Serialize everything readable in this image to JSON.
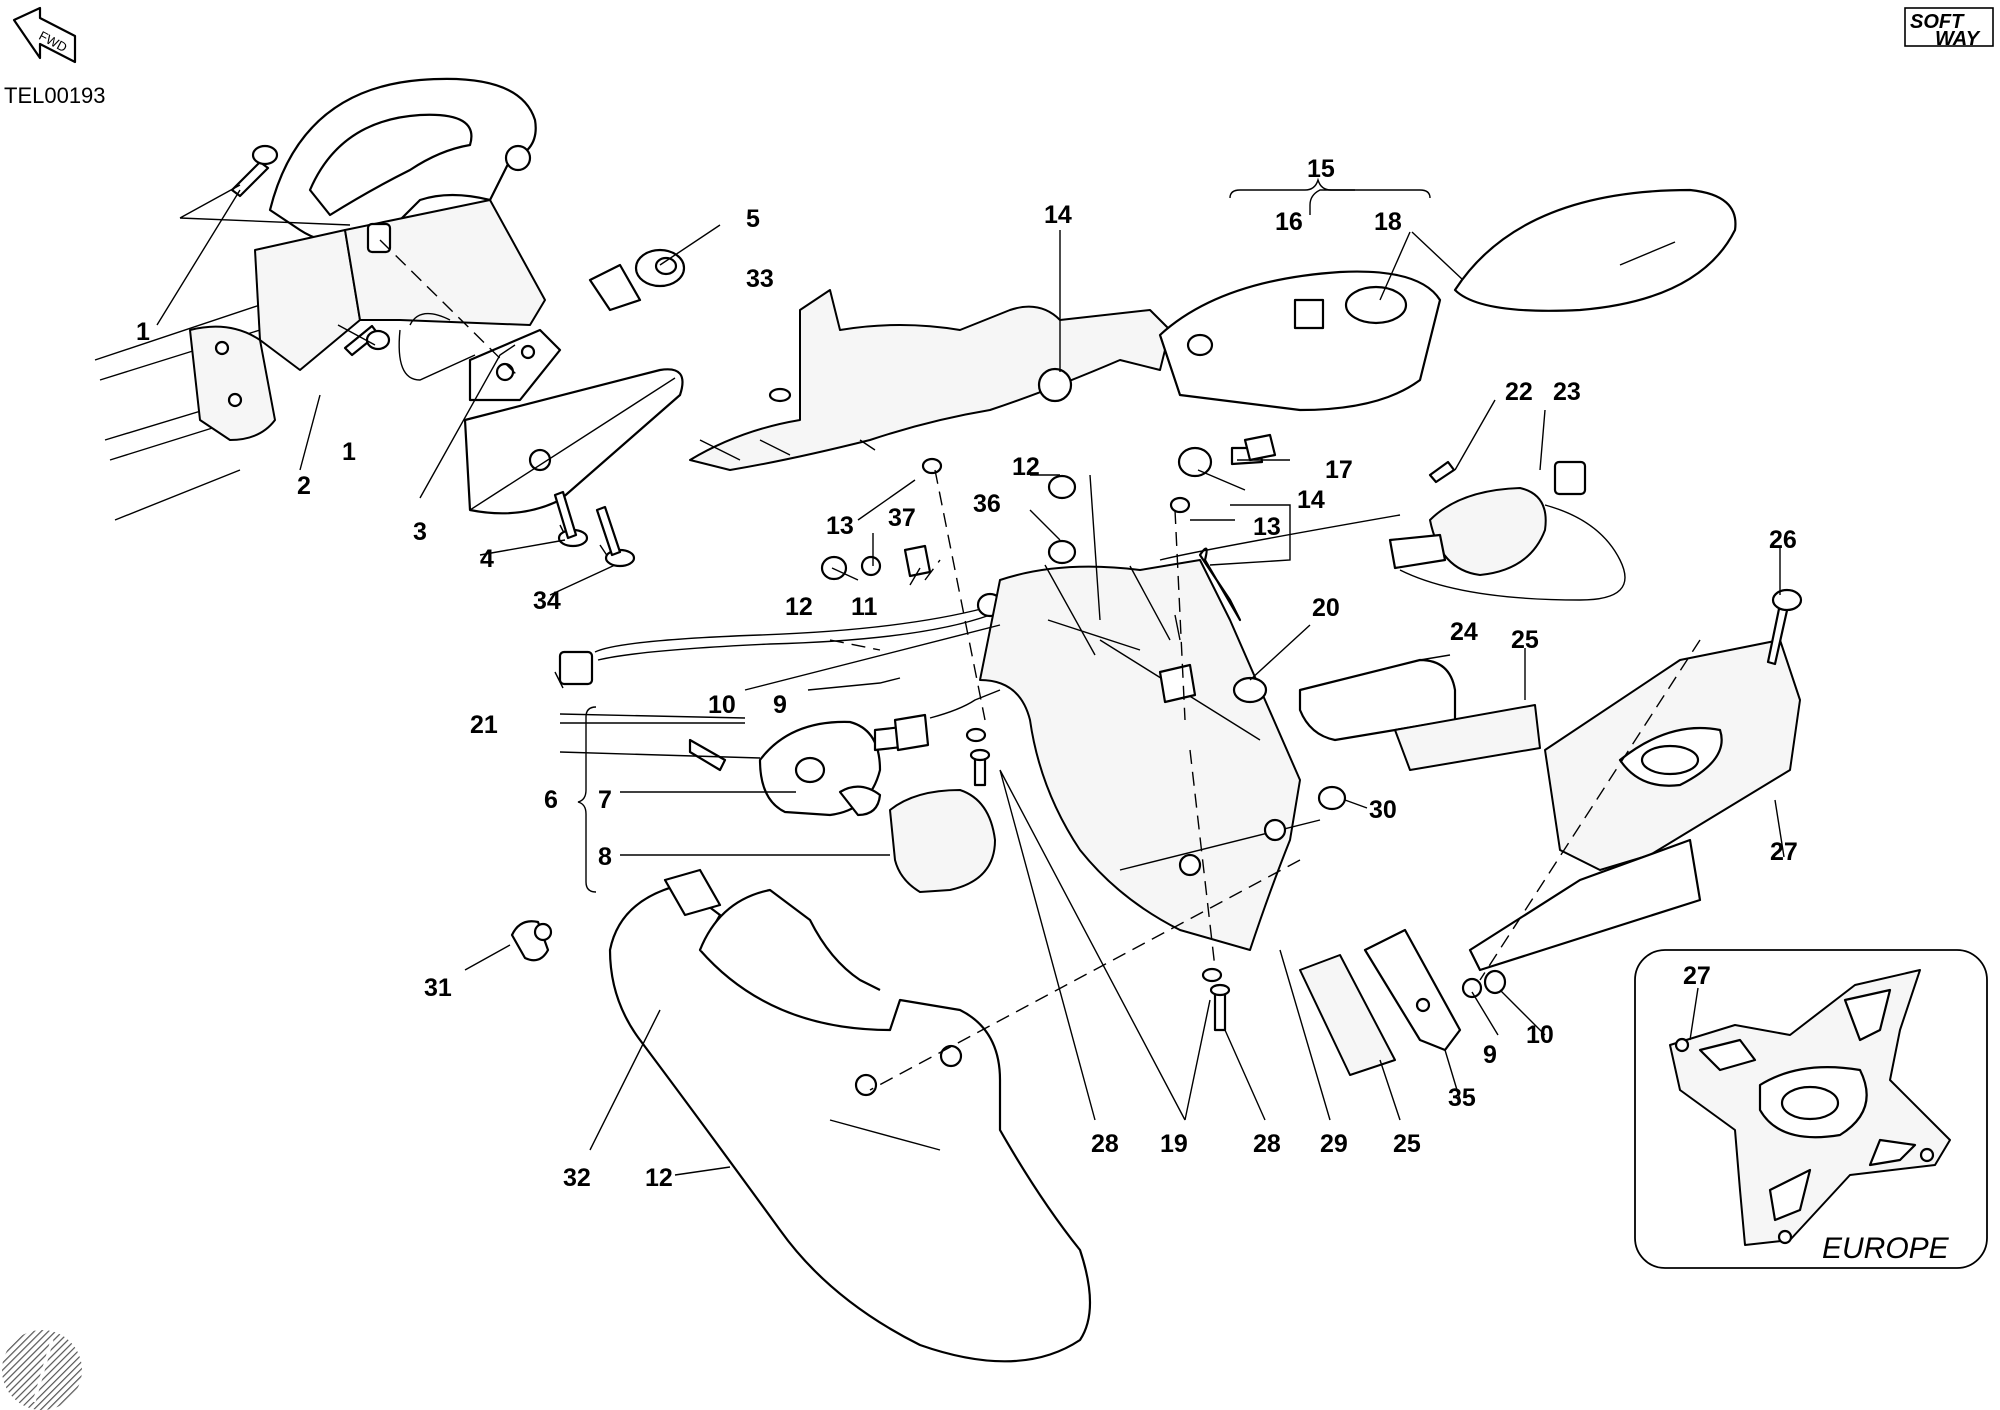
{
  "drawing_code": "TEL00193",
  "fwd_label": "FWD",
  "brand": {
    "line1": "SOFT",
    "line2": "WAY"
  },
  "inset_region": "EUROPE",
  "callouts": [
    "1",
    "1",
    "2",
    "3",
    "4",
    "34",
    "5",
    "33",
    "14",
    "15",
    "16",
    "18",
    "17",
    "14",
    "13",
    "12",
    "36",
    "13",
    "37",
    "12",
    "11",
    "22",
    "23",
    "26",
    "21",
    "10",
    "9",
    "20",
    "24",
    "25",
    "6",
    "7",
    "8",
    "30",
    "27",
    "31",
    "32",
    "12",
    "28",
    "19",
    "28",
    "29",
    "25",
    "35",
    "9",
    "10",
    "27"
  ]
}
